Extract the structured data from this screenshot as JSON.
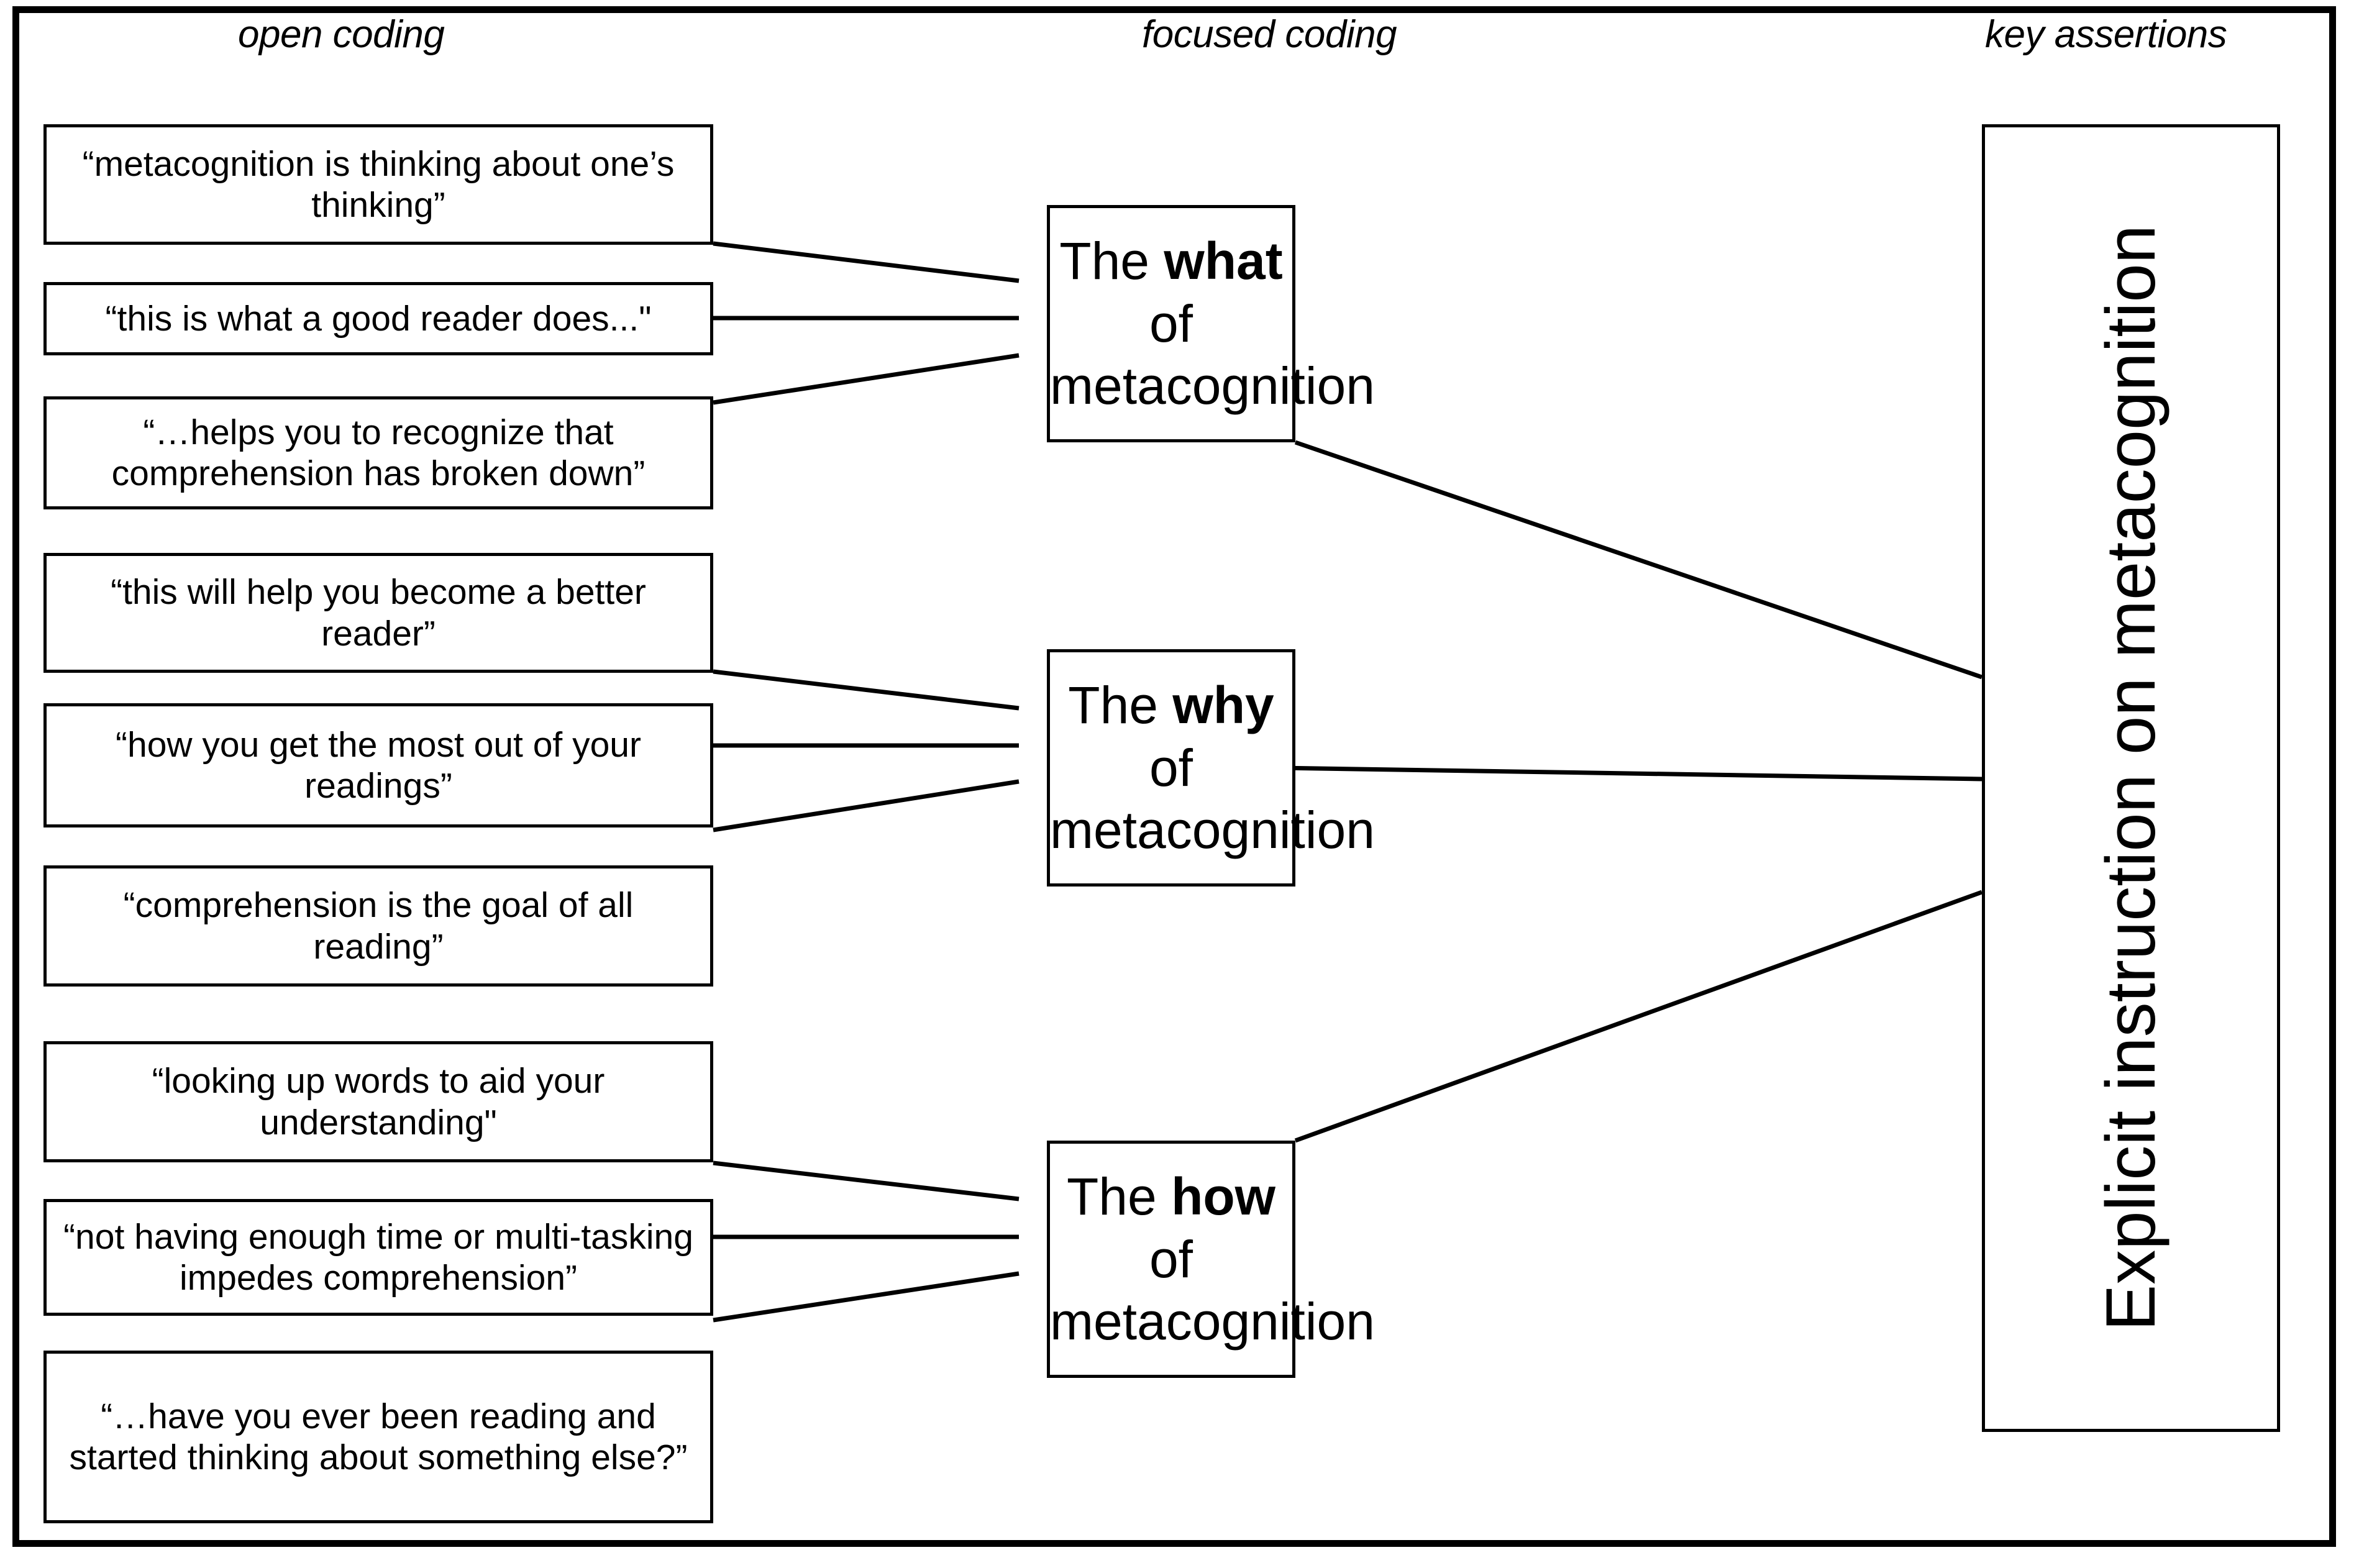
{
  "columns": {
    "open_coding": "open coding",
    "focused_coding": "focused coding",
    "key_assertions": "key assertions"
  },
  "open_coding_quotes": [
    {
      "id": "q1",
      "text": "“metacognition is thinking about one’s thinking”"
    },
    {
      "id": "q2",
      "text": "“this is what a good reader does...\""
    },
    {
      "id": "q3",
      "text": "“…helps you to recognize that comprehension has broken down”"
    },
    {
      "id": "q4",
      "text": "“this will help you become a better reader”"
    },
    {
      "id": "q5",
      "text": "“how you get the most out of your readings”"
    },
    {
      "id": "q6",
      "text": "“comprehension is the goal of all reading”"
    },
    {
      "id": "q7",
      "text": "“looking up words to aid your understanding\""
    },
    {
      "id": "q8",
      "text": "“not having enough time or multi-tasking impedes comprehension”"
    },
    {
      "id": "q9",
      "text": "“…have you ever been reading and started thinking about something else?”"
    }
  ],
  "focused_codes": [
    {
      "id": "f1",
      "prefix": "The ",
      "emphasis": "what",
      "suffix": " of",
      "line2": "metacognition"
    },
    {
      "id": "f2",
      "prefix": "The ",
      "emphasis": "why",
      "suffix": " of",
      "line2": "metacognition"
    },
    {
      "id": "f3",
      "prefix": "The ",
      "emphasis": "how",
      "suffix": " of",
      "line2": "metacognition"
    }
  ],
  "key_assertion": {
    "text": "Explicit instruction on metacognition"
  },
  "colors": {
    "stroke": "#000000",
    "fill": "#ffffff",
    "text": "#000000"
  }
}
